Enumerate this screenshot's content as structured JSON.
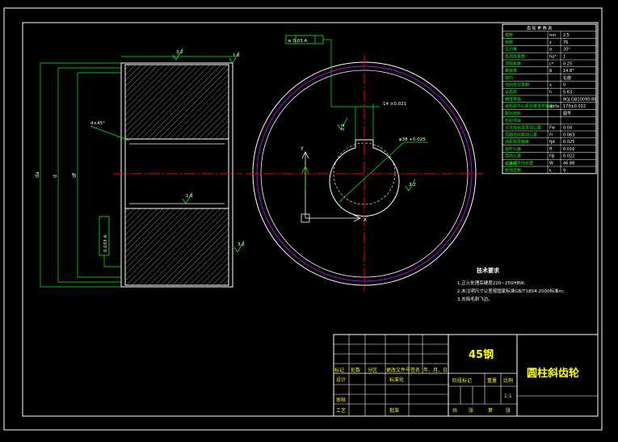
{
  "colors": {
    "background": "#000000",
    "frame": "#ffffff",
    "outline": "#ffffff",
    "hatch": "#c8c8c8",
    "dimension": "#00ff00",
    "centerline": "#ff0000",
    "pitch_circle": "#c000ff",
    "text_yellow": "#ffff00",
    "text_white": "#ffffff"
  },
  "section_view": {
    "dims": [
      "da",
      "d",
      "df"
    ],
    "chamfer_note": "4×45°",
    "roughness_top": "3.2",
    "roughness_right": "1.6",
    "roughness_bore": "1.6",
    "roughness_bottom": "3.2",
    "tolerance_frame": "0.033 A"
  },
  "front_view": {
    "keyway_dim": "14 ±0.021",
    "bore_note": "φ38 +0.025",
    "roughness_key": "3.2",
    "roughness_bore": "3.2",
    "datum_symbol": "≡ 0.03 A",
    "axis_x": "X",
    "axis_y": "Y"
  },
  "param_table": {
    "title": "齿 轮 参 数 表",
    "rows": [
      {
        "name": "模数",
        "sym": "mn",
        "val": "2.5"
      },
      {
        "name": "齿数",
        "sym": "z",
        "val": "76"
      },
      {
        "name": "压力角",
        "sym": "α",
        "val": "20°"
      },
      {
        "name": "齿顶高系数",
        "sym": "ha*",
        "val": "1"
      },
      {
        "name": "顶隙系数",
        "sym": "c*",
        "val": "0.25"
      },
      {
        "name": "螺旋角",
        "sym": "β",
        "val": "14.8°"
      },
      {
        "name": "旋向",
        "sym": "",
        "val": "右旋"
      },
      {
        "name": "径向变位系数",
        "sym": "x",
        "val": "0"
      },
      {
        "name": "全齿高",
        "sym": "h",
        "val": "5.63"
      },
      {
        "name": "精度等级",
        "sym": "",
        "val": "8GJ GB10095-88"
      },
      {
        "name": "齿轮副中心距及其极限偏差",
        "sym": "a±fa",
        "val": "170±0.032"
      },
      {
        "name": "配对齿轮",
        "sym": "",
        "val": "图号"
      },
      {
        "name": "",
        "sym": "",
        "val": ""
      },
      {
        "name": "公法线长度变动公差",
        "sym": "Fw",
        "val": "0.04"
      },
      {
        "name": "齿圈径向跳动公差",
        "sym": "Fr",
        "val": "0.063"
      },
      {
        "name": "齿距极限偏差",
        "sym": "fpt",
        "val": "0.025"
      },
      {
        "name": "齿形公差",
        "sym": "ff",
        "val": "0.016"
      },
      {
        "name": "齿向公差",
        "sym": "Fβ",
        "val": "0.022"
      },
      {
        "name": "公法线平均长度",
        "sym": "W",
        "val": "46.88"
      },
      {
        "name": "跨测齿数",
        "sym": "k",
        "val": "9"
      }
    ],
    "group_labels": [
      "检验项目",
      "公差组"
    ]
  },
  "tech": {
    "title": "技术要求",
    "lines": [
      "1.正火处理后硬度220~250HBW;",
      "2.未注明尺寸公差按国家标准GB/T1804-2000标准m;",
      "3.去除毛刺飞边。"
    ]
  },
  "title_block": {
    "material": "45钢",
    "part_name": "圆柱斜齿轮",
    "scale": "1:1",
    "head_cells": [
      "标记",
      "处数",
      "分区",
      "更改文件号",
      "签名",
      "年、月、日"
    ],
    "row_labels": [
      "设计",
      "审核",
      "工艺"
    ],
    "std_label": "标准化",
    "approve_label": "批准",
    "stage_labels": [
      "阶段标记",
      "重量",
      "比例"
    ],
    "sheet_labels": [
      "共",
      "张",
      "第",
      "张"
    ]
  }
}
